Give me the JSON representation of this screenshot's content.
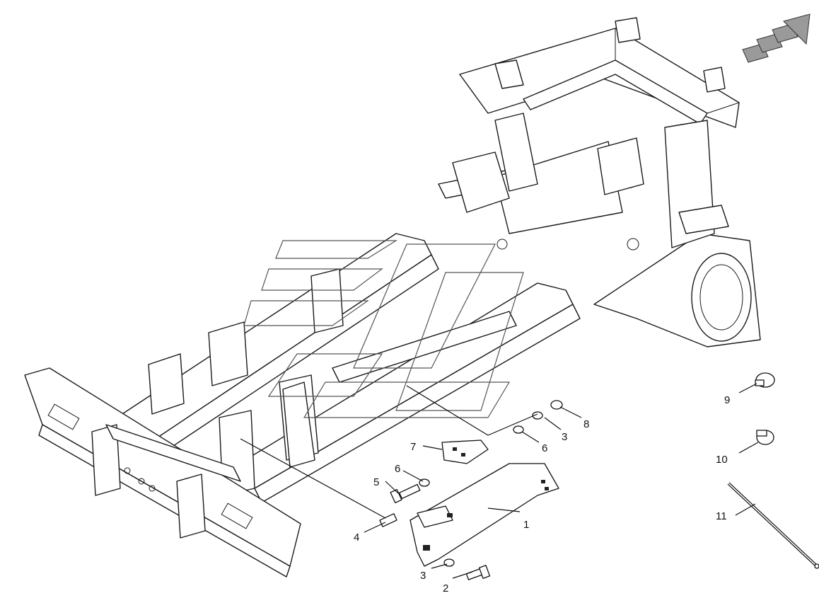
{
  "diagram": {
    "callouts": [
      {
        "id": "c1",
        "label": "1"
      },
      {
        "id": "c2",
        "label": "2"
      },
      {
        "id": "c3a",
        "label": "3"
      },
      {
        "id": "c3b",
        "label": "3"
      },
      {
        "id": "c4",
        "label": "4"
      },
      {
        "id": "c5",
        "label": "5"
      },
      {
        "id": "c6a",
        "label": "6"
      },
      {
        "id": "c6b",
        "label": "6"
      },
      {
        "id": "c7",
        "label": "7"
      },
      {
        "id": "c8",
        "label": "8"
      },
      {
        "id": "c9",
        "label": "9"
      },
      {
        "id": "c10",
        "label": "10"
      },
      {
        "id": "c11",
        "label": "11"
      }
    ],
    "direction_arrow_icon": "direction-arrow-icon",
    "line_color": "#1a1a1a",
    "arrow_fill": "#9a9a9a"
  }
}
